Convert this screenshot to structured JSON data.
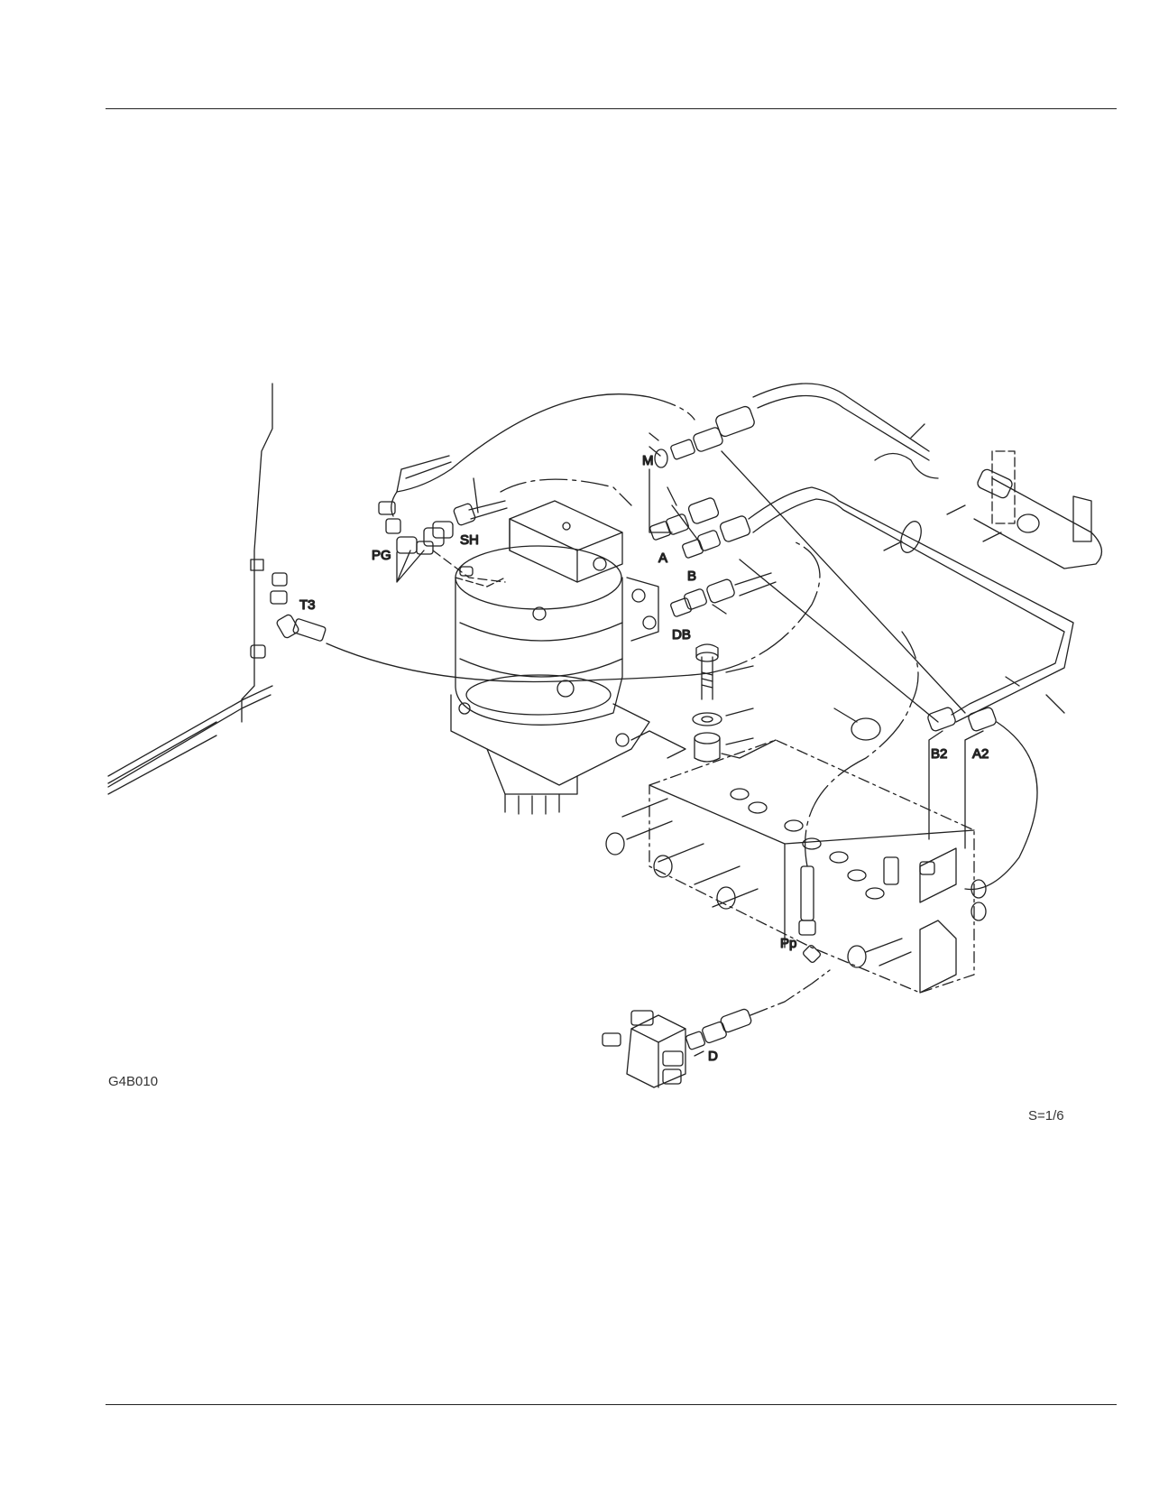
{
  "labels": {
    "M": "M",
    "A": "A",
    "B": "B",
    "SH": "SH",
    "PG": "PG",
    "T3": "T3",
    "DB": "DB",
    "B2": "B2",
    "A2": "A2",
    "Pp": "Pp",
    "D": "D"
  },
  "figure_code": "G4B010",
  "scale": "S=1/6"
}
